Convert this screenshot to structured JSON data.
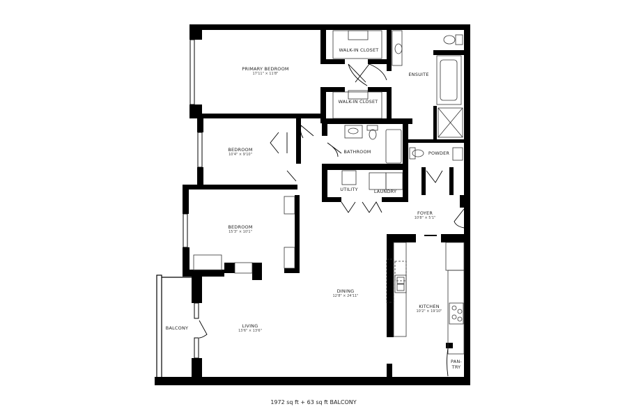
{
  "rooms": {
    "primary_bedroom": {
      "name": "PRIMARY BEDROOM",
      "dim": "17'11\" × 11'8\""
    },
    "walk_in_closet_1": {
      "name": "WALK-IN CLOSET"
    },
    "walk_in_closet_2": {
      "name": "WALK-IN CLOSET"
    },
    "ensuite": {
      "name": "ENSUITE"
    },
    "bedroom_2": {
      "name": "BEDROOM",
      "dim": "10'4\" × 9'10\""
    },
    "bathroom": {
      "name": "BATHROOM"
    },
    "powder": {
      "name": "POWDER"
    },
    "utility": {
      "name": "UTILITY"
    },
    "laundry": {
      "name": "LAUNDRY"
    },
    "foyer": {
      "name": "FOYER",
      "dim": "10'8\" × 5'1\""
    },
    "bedroom_3": {
      "name": "BEDROOM",
      "dim": "15'3\" × 10'1\""
    },
    "dining": {
      "name": "DINING",
      "dim": "12'8\" × 24'11\""
    },
    "kitchen": {
      "name": "KITCHEN",
      "dim": "10'2\" × 19'10\""
    },
    "living": {
      "name": "LIVING",
      "dim": "13'6\" × 13'6\""
    },
    "balcony": {
      "name": "BALCONY"
    },
    "pantry": {
      "name": "PAN-\nTRY"
    }
  },
  "total_area": "1972 sq ft + 63 sq ft BALCONY",
  "colors": {
    "wall": "#000000",
    "fixture": "#555555",
    "background": "#ffffff"
  }
}
